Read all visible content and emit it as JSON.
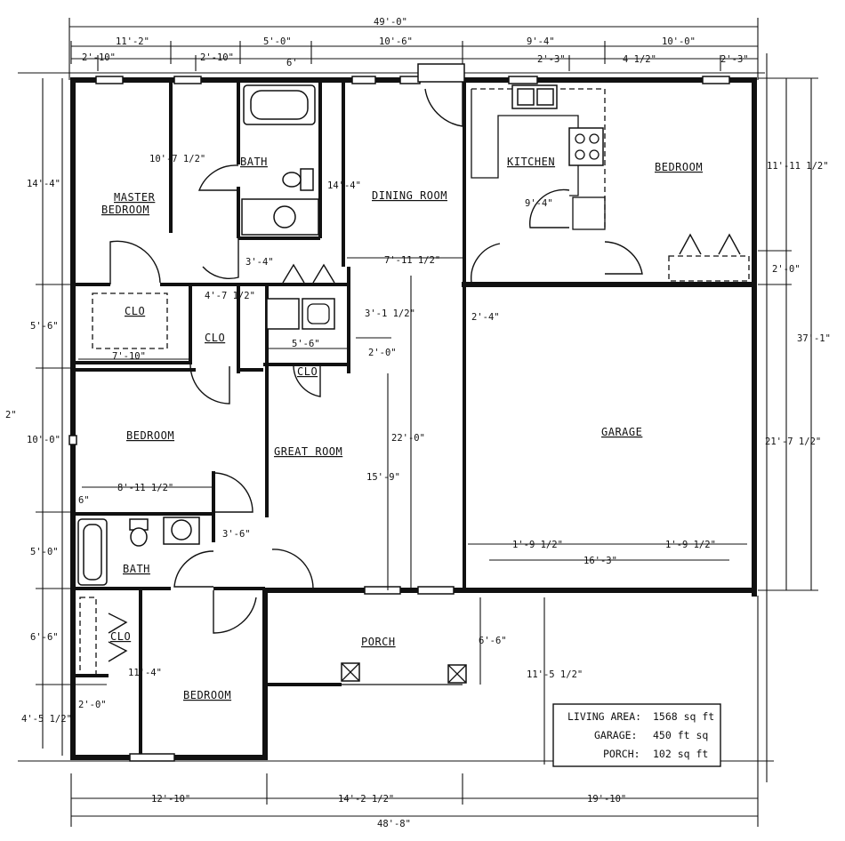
{
  "rooms": {
    "master_bedroom_1": "MASTER",
    "master_bedroom_2": "BEDROOM",
    "bath_master": "BATH",
    "dining": "DINING ROOM",
    "kitchen": "KITCHEN",
    "bedroom_ne": "BEDROOM",
    "clo_master": "CLO",
    "clo_hall": "CLO",
    "clo_laundry": "CLO",
    "bedroom_w": "BEDROOM",
    "great_room": "GREAT ROOM",
    "garage": "GARAGE",
    "bath_sw": "BATH",
    "clo_sw": "CLO",
    "bedroom_sw": "BEDROOM",
    "porch": "PORCH"
  },
  "dimensions": {
    "overall_top": "49'-0\"",
    "overall_bottom": "48'-8\"",
    "top_a": "2'-10\"",
    "top_b": "11'-2\"",
    "top_c": "2'-10\"",
    "top_d": "5'-0\"",
    "top_e": "6'",
    "top_f": "10'-6\"",
    "top_g": "9'-4\"",
    "top_h": "2'-3\"",
    "top_i": "4 1/2\"",
    "top_j": "10'-0\"",
    "top_k": "2'-3\"",
    "left_a": "14'-4\"",
    "left_b": "5'-6\"",
    "left_c": "2\"",
    "left_d": "10'-0\"",
    "left_e": "6\"",
    "left_f": "5'-0\"",
    "left_g": "6'-6\"",
    "left_h": "4'-5 1/2\"",
    "left_i": "2'-0\"",
    "right_a": "11'-11 1/2\"",
    "right_b": "2'-0\"",
    "right_c": "37'-1\"",
    "right_d": "21'-7 1/2\"",
    "bath_w": "10'-7 1/2\"",
    "dining_h": "14'-4\"",
    "kitchen_w": "9'-4\"",
    "hall_a": "3'-4\"",
    "hall_b": "7'-11 1/2\"",
    "clo_w": "4'-7 1/2\"",
    "laundry_h": "3'-1 1/2\"",
    "laundry_w": "5'-6\"",
    "laundry_h2": "2'-0\"",
    "garage_side": "2'-4\"",
    "clo_master_w": "7'-10\"",
    "great_h": "22'-0\"",
    "great_h2": "15'-9\"",
    "bed_w": "8'-11 1/2\"",
    "hall_c": "3'-6\"",
    "garage_a": "1'-9 1/2\"",
    "garage_b": "16'-3\"",
    "garage_c": "1'-9 1/2\"",
    "porch_h": "6'-6\"",
    "porch_h2": "11'-5 1/2\"",
    "bed_sw_h": "11'-4\"",
    "bottom_a": "12'-10\"",
    "bottom_b": "14'-2 1/2\"",
    "bottom_c": "19'-10\""
  },
  "legend": {
    "living_label": "LIVING AREA:",
    "living_value": "1568 sq ft",
    "garage_label": "GARAGE:",
    "garage_value": "450 ft sq",
    "porch_label": "PORCH:",
    "porch_value": "102 sq ft"
  }
}
